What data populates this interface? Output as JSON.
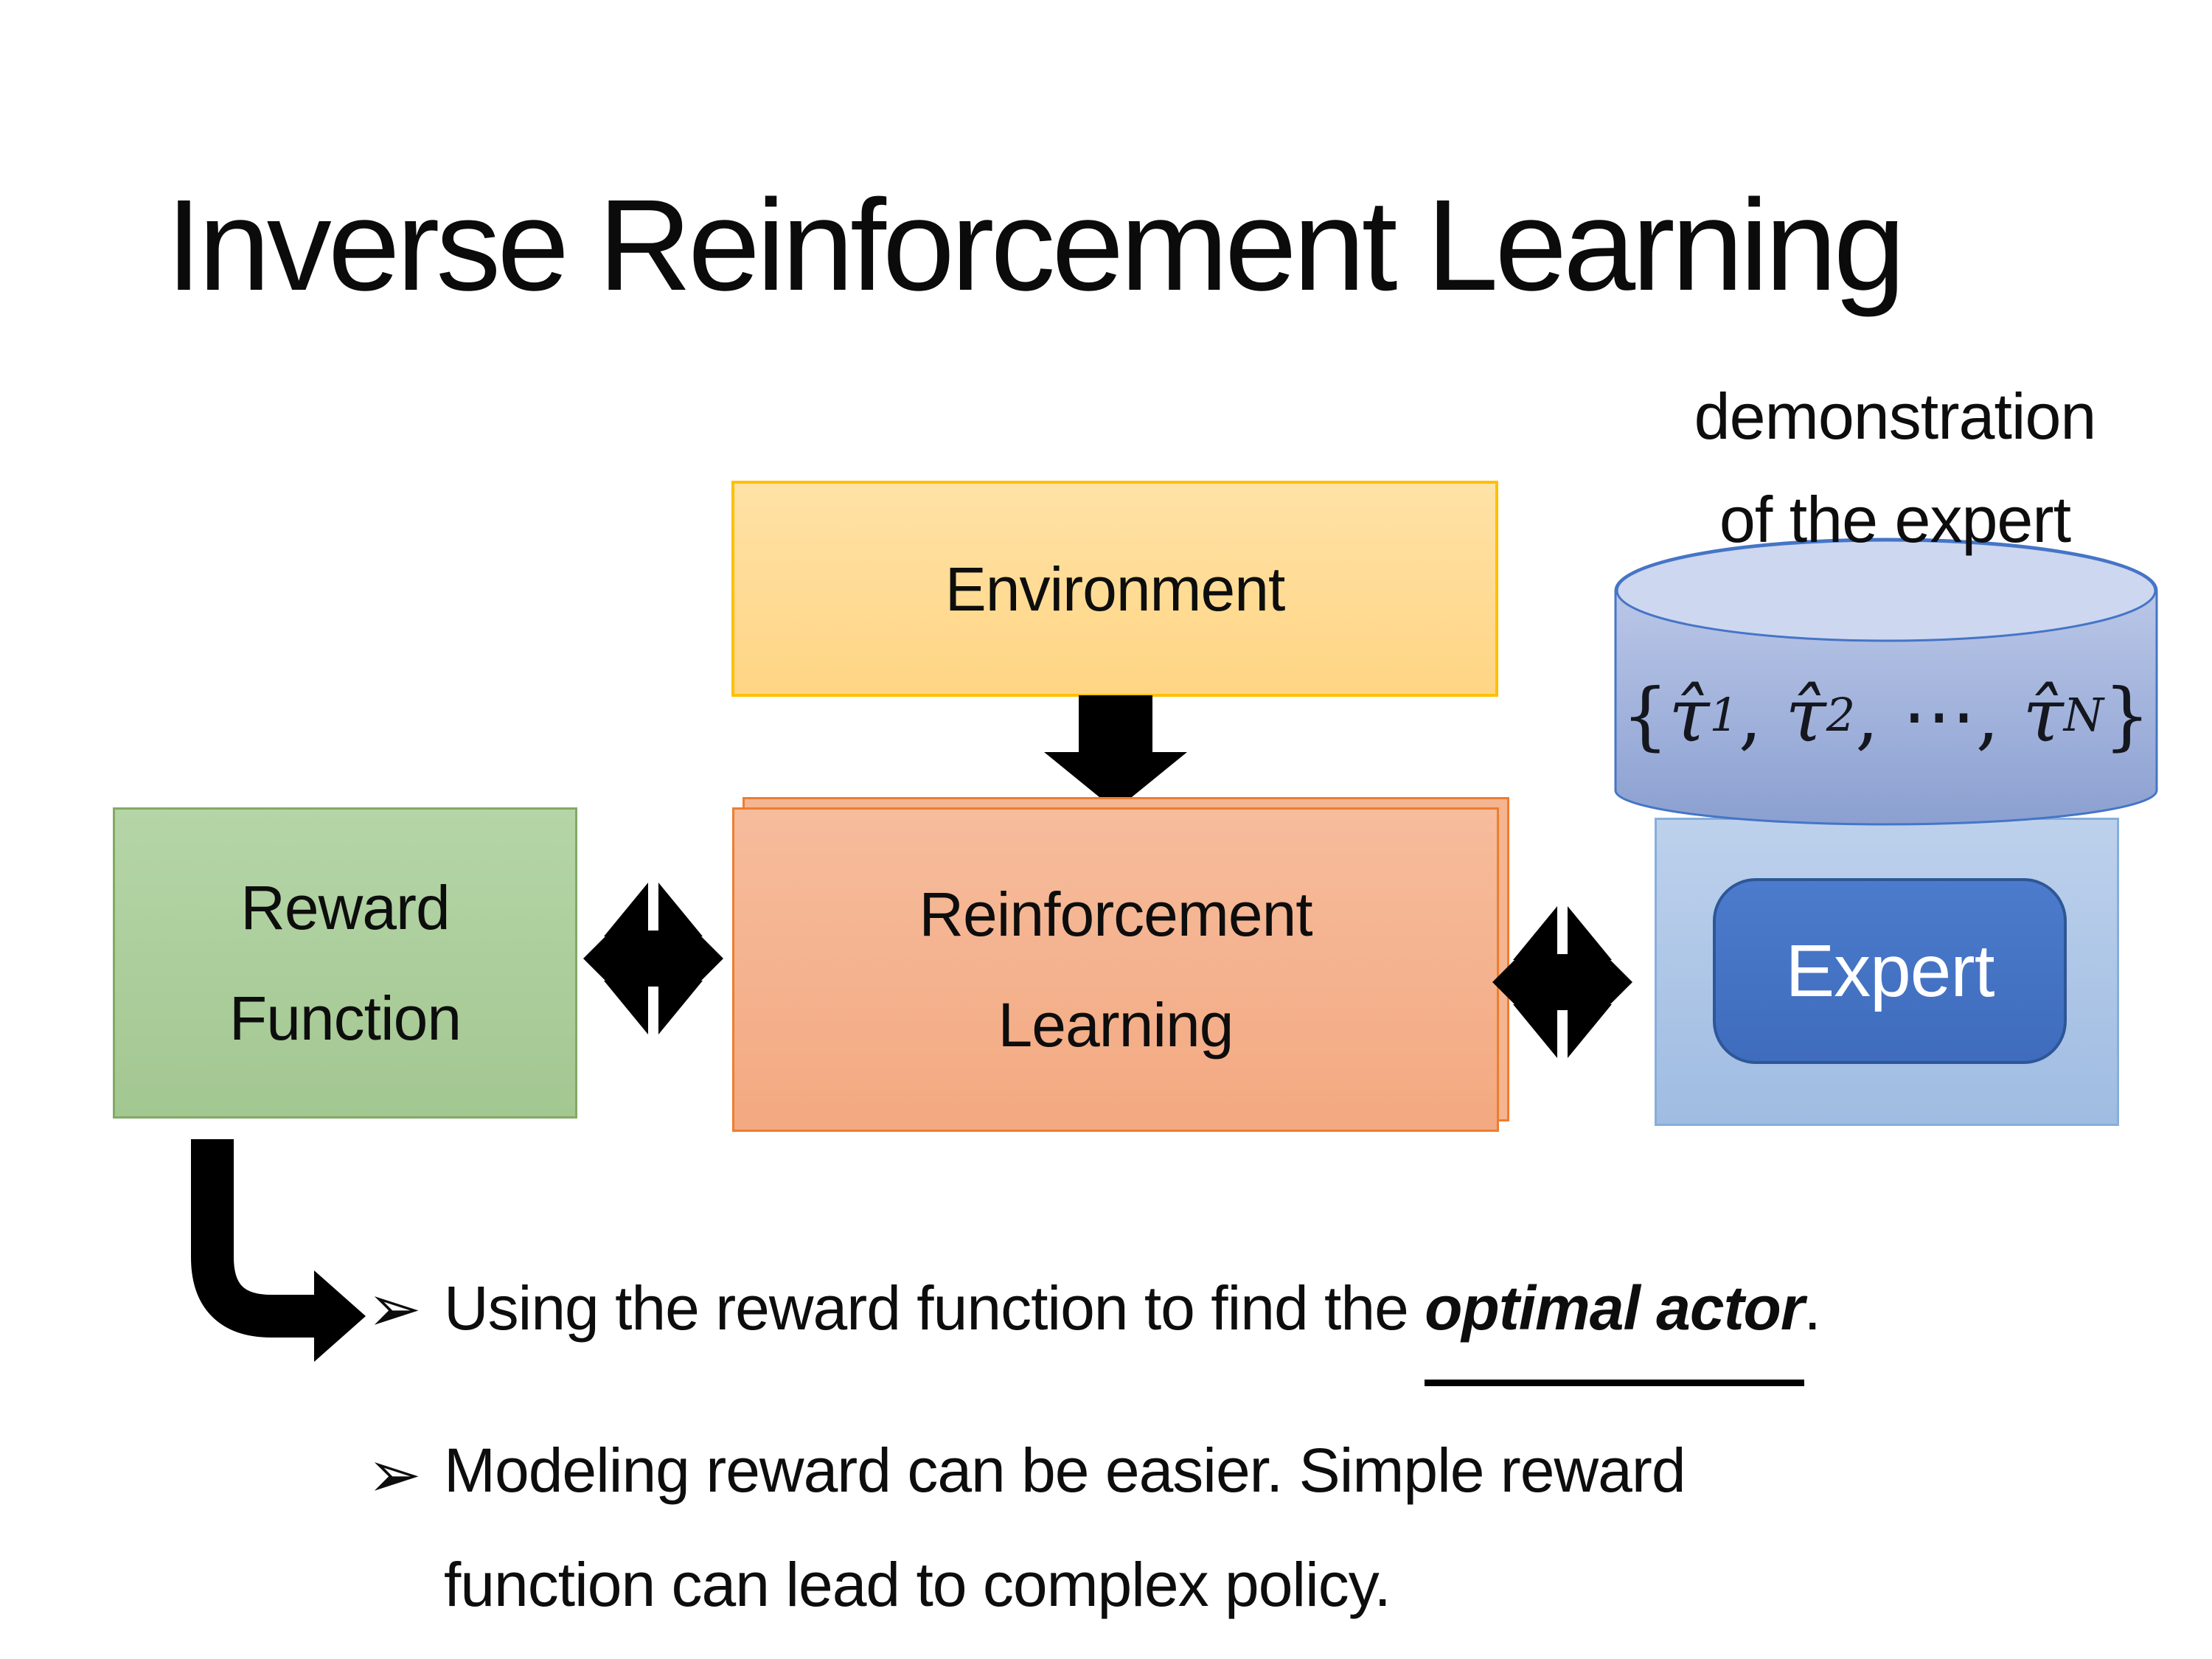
{
  "slide": {
    "title": "Inverse Reinforcement Learning"
  },
  "colors": {
    "environment_fill": "#FFD98F",
    "environment_border": "#FFC000",
    "reward_fill": "#AECF9F",
    "reward_border": "#82AA65",
    "rl_fill": "#F5B08F",
    "rl_border": "#ED7D31",
    "expert_container_fill": "#AFC9E8",
    "expert_button_fill": "#4472C4",
    "expert_button_border": "#2E5797",
    "cylinder_fill": "#93A7D2",
    "cylinder_border": "#4575C6",
    "arrow_color": "#000000"
  },
  "diagram": {
    "environment": {
      "label": "Environment"
    },
    "reward": {
      "line1": "Reward",
      "line2": "Function"
    },
    "rl": {
      "line1": "Reinforcement",
      "line2": "Learning"
    },
    "expert": {
      "label": "Expert"
    },
    "demo_caption": {
      "line1": "demonstration",
      "line2": "of the expert"
    },
    "dataset_formula": {
      "open": "{",
      "tau": "τ̂",
      "sub1": "1",
      "sub2": "2",
      "subN": "N",
      "sep": ", ",
      "dots": "⋯",
      "close": "}"
    }
  },
  "bullets": {
    "marker": "➢",
    "item1": {
      "pre": "Using the reward function to find the ",
      "emphasis": "optimal actor",
      "post": "."
    },
    "item2": {
      "line1": "Modeling reward can be easier. Simple reward",
      "line2": "function can lead to complex policy."
    }
  }
}
